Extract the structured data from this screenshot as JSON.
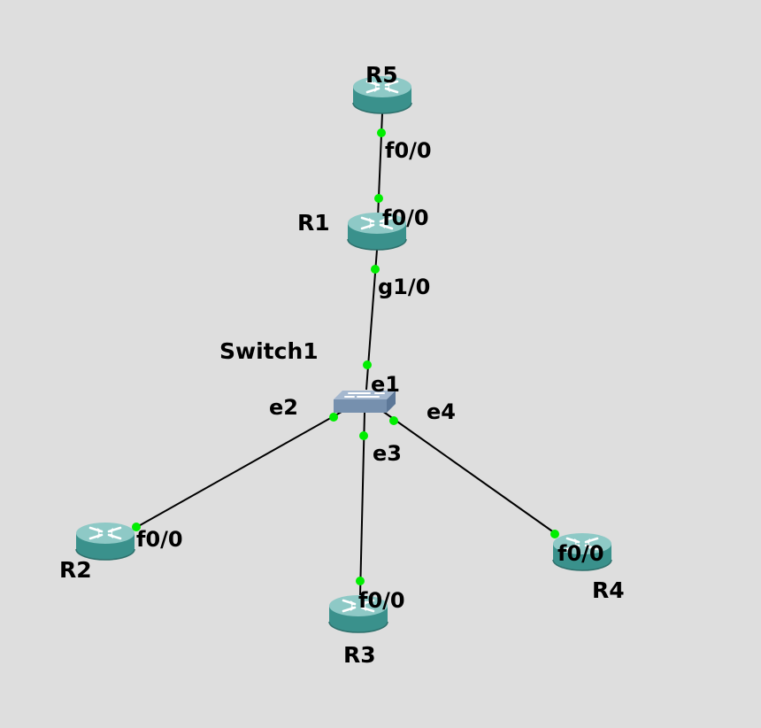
{
  "colors": {
    "background": "#dedede",
    "router_body": "#3a918c",
    "router_top": "#8ec9c6",
    "switch_body": "#7690ae",
    "port_dot": "#00ee00",
    "link": "#000000"
  },
  "nodes": {
    "r5": {
      "label": "R5",
      "type": "router"
    },
    "r1": {
      "label": "R1",
      "type": "router"
    },
    "switch1": {
      "label": "Switch1",
      "type": "switch"
    },
    "r2": {
      "label": "R2",
      "type": "router"
    },
    "r3": {
      "label": "R3",
      "type": "router"
    },
    "r4": {
      "label": "R4",
      "type": "router"
    }
  },
  "links": [
    {
      "id": "r5-r1",
      "a_port": "f0/0",
      "b_port": "f0/0"
    },
    {
      "id": "r1-switch1",
      "a_port": "g1/0",
      "b_port": "e1"
    },
    {
      "id": "switch1-r2",
      "a_port": "e2",
      "b_port": "f0/0"
    },
    {
      "id": "switch1-r3",
      "a_port": "e3",
      "b_port": "f0/0"
    },
    {
      "id": "switch1-r4",
      "a_port": "e4",
      "b_port": "f0/0"
    }
  ]
}
